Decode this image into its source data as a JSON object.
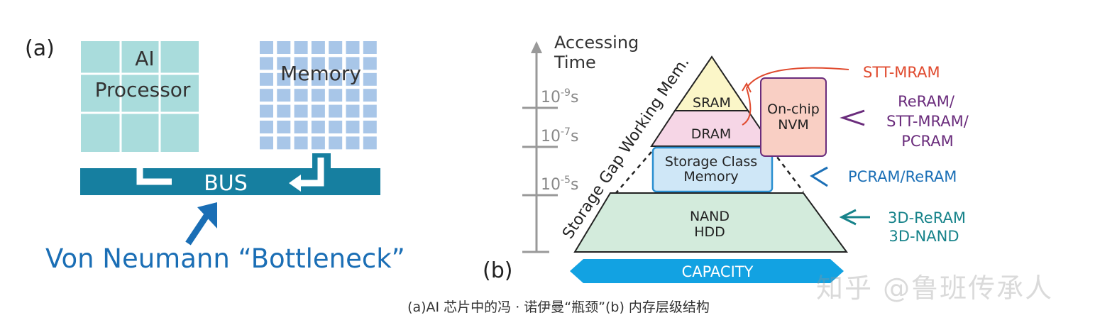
{
  "panel_a": {
    "label": "(a)",
    "processor_label_line1": "AI",
    "processor_label_line2": "Processor",
    "memory_label": "Memory",
    "bus_label": "BUS",
    "bottleneck_label": "Von Neumann “Bottleneck”"
  },
  "panel_b": {
    "label": "(b)",
    "axis_title_line1": "Accessing",
    "axis_title_line2": "Time",
    "ticks": [
      {
        "base": "10",
        "exp": "-9",
        "unit": "s"
      },
      {
        "base": "10",
        "exp": "-7",
        "unit": "s"
      },
      {
        "base": "10",
        "exp": "-5",
        "unit": "s"
      }
    ],
    "side_label": "Storage Gap Working Mem.",
    "levels": {
      "sram": "SRAM",
      "dram": "DRAM",
      "scm_line1": "Storage Class",
      "scm_line2": "Memory",
      "nand_line1": "NAND",
      "nand_line2": "HDD"
    },
    "onchip_line1": "On-chip",
    "onchip_line2": "NVM",
    "capacity_label": "CAPACITY",
    "tech": {
      "stt_mram": "STT-MRAM",
      "nvm_line1": "ReRAM/",
      "nvm_line2": "STT-MRAM/",
      "nvm_line3": "PCRAM",
      "scm": "PCRAM/ReRAM",
      "nand_line1": "3D-ReRAM",
      "nand_line2": "3D-NAND"
    }
  },
  "colors": {
    "bus": "#167fa0",
    "processor": "#a9dcdc",
    "memory": "#a8c6e8",
    "bottleneck": "#1a6eb5",
    "sram": "#fbf6c8",
    "dram": "#f6d6e6",
    "scm": "#cfe7f7",
    "nand": "#d3ebdc",
    "onchip": "#f9cfc4",
    "capacity": "#12a2e2",
    "red": "#e04a2e",
    "purple": "#6a2c7c",
    "blue": "#1b6fb6",
    "teal": "#17838a"
  },
  "caption": "(a)AI 芯片中的冯 · 诺伊曼“瓶颈”(b) 内存层级结构",
  "watermark": "知乎 @鲁班传承人"
}
